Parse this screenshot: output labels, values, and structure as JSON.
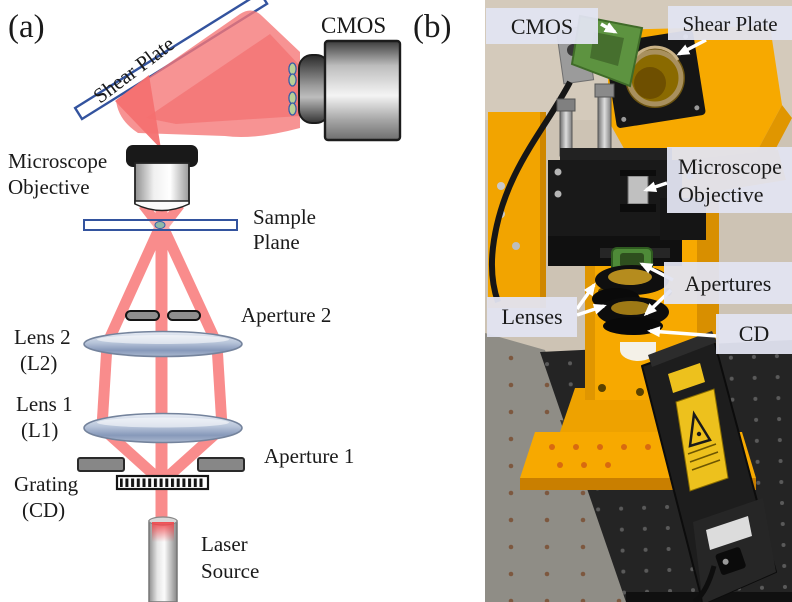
{
  "figure_type": "optical-setup-schematic-and-photo",
  "panel_a": {
    "tag": "(a)",
    "labels": {
      "shear_plate": "Shear Plate",
      "cmos": "CMOS",
      "microscope_line1": "Microscope",
      "microscope_line2": "Objective",
      "sample_line1": "Sample",
      "sample_line2": "Plane",
      "aperture2": "Aperture 2",
      "lens2_line1": "Lens 2",
      "lens2_line2": "(L2)",
      "lens1_line1": "Lens 1",
      "lens1_line2": "(L1)",
      "aperture1": "Aperture 1",
      "grating_line1": "Grating",
      "grating_line2": "(CD)",
      "laser_line1": "Laser",
      "laser_line2": "Source"
    }
  },
  "panel_b": {
    "tag": "(b)",
    "labels": {
      "cmos": "CMOS",
      "shear_plate": "Shear Plate",
      "microscope_line1": "Microscope",
      "microscope_line2": "Objective",
      "apertures": "Apertures",
      "lenses": "Lenses",
      "cd": "CD"
    }
  },
  "colors": {
    "beam": "#f98c8c",
    "beam_overlap": "#ef5e5e",
    "optic_outline": "#33539e",
    "lens_fill": "#a9b9d2",
    "label_box": "#e1e4f1",
    "mount_yellow": "#f7a900",
    "breadboard": "#242424",
    "wall": "#cdc3b4",
    "table": "#8f8d86",
    "laser_warning": "#edc11d"
  }
}
